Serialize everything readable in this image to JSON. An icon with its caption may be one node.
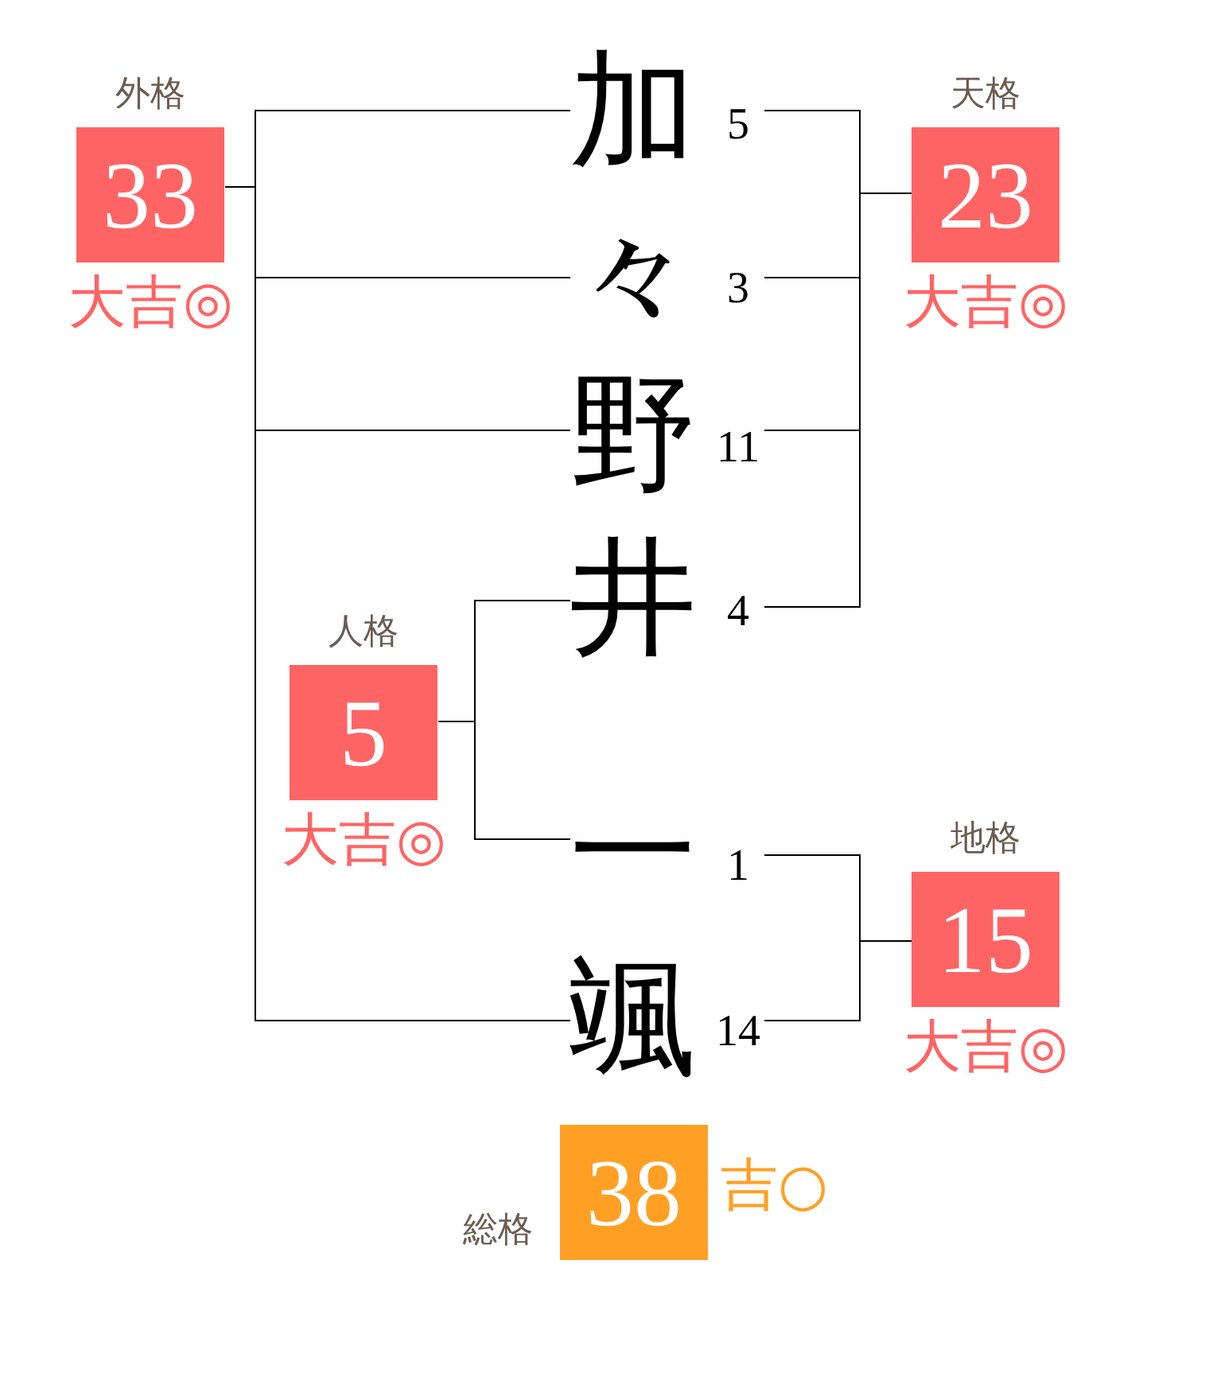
{
  "diagram": {
    "nodes": [
      {
        "text": [
          "外格",
          "33"
        ],
        "beside": [
          "大吉◎"
        ]
      },
      {
        "text": [
          "加"
        ],
        "beside": [
          "5"
        ]
      },
      {
        "text": [
          "天格",
          "23"
        ],
        "beside": [
          "大吉◎"
        ]
      },
      {
        "text": [
          "々"
        ],
        "beside": [
          "3"
        ]
      },
      {
        "text": [
          "野"
        ],
        "beside": [
          "11"
        ]
      },
      {
        "text": [
          "井"
        ],
        "beside": [
          "4"
        ]
      },
      {
        "text": [
          "人格",
          "5"
        ],
        "beside": [
          "大吉◎"
        ]
      },
      {
        "text": [
          "一"
        ],
        "beside": [
          "1"
        ]
      },
      {
        "text": [
          "地格",
          "15"
        ],
        "beside": [
          "大吉◎"
        ]
      },
      {
        "text": [
          "颯"
        ],
        "beside": [
          "14"
        ]
      },
      {
        "text": [
          "総格",
          "38"
        ],
        "beside": [
          "吉○"
        ]
      }
    ],
    "edges": [
      {
        "from": 0,
        "to": 1,
        "arrow": "none"
      },
      {
        "from": 0,
        "to": 3,
        "arrow": "none"
      },
      {
        "from": 0,
        "to": 4,
        "arrow": "none"
      },
      {
        "from": 0,
        "to": 9,
        "arrow": "none"
      },
      {
        "from": 2,
        "to": 1,
        "arrow": "none"
      },
      {
        "from": 2,
        "to": 3,
        "arrow": "none"
      },
      {
        "from": 2,
        "to": 4,
        "arrow": "none"
      },
      {
        "from": 2,
        "to": 5,
        "arrow": "none"
      },
      {
        "from": 6,
        "to": 5,
        "arrow": "none"
      },
      {
        "from": 6,
        "to": 7,
        "arrow": "none"
      },
      {
        "from": 8,
        "to": 7,
        "arrow": "none"
      },
      {
        "from": 8,
        "to": 9,
        "arrow": "none"
      }
    ]
  }
}
